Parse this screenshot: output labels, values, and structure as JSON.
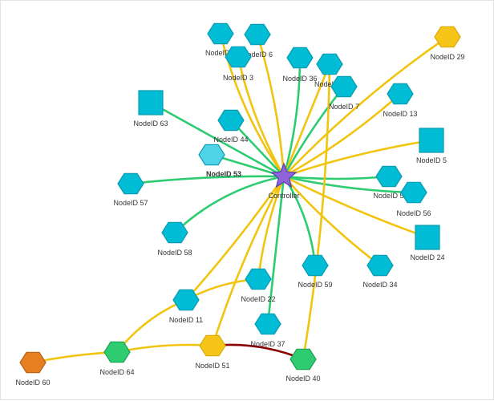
{
  "colors": {
    "cyan": "#00bcd4",
    "cyan_stroke": "#0a9bb0",
    "cyan_selected": "#4fd3e6",
    "yellow": "#f5c518",
    "yellow_stroke": "#d9a90b",
    "green_node": "#2ecc71",
    "green_node_stroke": "#1e9e55",
    "orange": "#e67e22",
    "orange_stroke": "#b8621a",
    "purple": "#8e64d8",
    "purple_stroke": "#5b3ea8",
    "edge_green": "#2ecc71",
    "edge_yellow": "#f1c40f",
    "edge_darkred": "#8b0000"
  },
  "graph": {
    "nodes": [
      {
        "id": "controller",
        "label": "Controller",
        "shape": "star-icon",
        "color": "purple"
      },
      {
        "id": "n4",
        "label": "NodeID 4",
        "shape": "hexagon",
        "color": "cyan"
      },
      {
        "id": "n6",
        "label": "NodeID 6",
        "shape": "hexagon",
        "color": "cyan"
      },
      {
        "id": "n3",
        "label": "NodeID 3",
        "shape": "hexagon",
        "color": "cyan"
      },
      {
        "id": "n36",
        "label": "NodeID 36",
        "shape": "hexagon",
        "color": "cyan"
      },
      {
        "id": "n9",
        "label": "NodeID 9",
        "shape": "hexagon",
        "color": "cyan"
      },
      {
        "id": "n7",
        "label": "NodeID 7",
        "shape": "hexagon",
        "color": "cyan"
      },
      {
        "id": "n29",
        "label": "NodeID 29",
        "shape": "hexagon",
        "color": "yellow"
      },
      {
        "id": "n13",
        "label": "NodeID 13",
        "shape": "hexagon",
        "color": "cyan"
      },
      {
        "id": "n63",
        "label": "NodeID 63",
        "shape": "square",
        "color": "cyan"
      },
      {
        "id": "n44",
        "label": "NodeID 44",
        "shape": "hexagon",
        "color": "cyan"
      },
      {
        "id": "n5",
        "label": "NodeID 5",
        "shape": "square",
        "color": "cyan"
      },
      {
        "id": "n53",
        "label": "NodeID 53",
        "shape": "hexagon",
        "color": "cyan",
        "selected": true
      },
      {
        "id": "n57",
        "label": "NodeID 57",
        "shape": "hexagon",
        "color": "cyan"
      },
      {
        "id": "n50",
        "label": "NodeID 50",
        "shape": "hexagon",
        "color": "cyan"
      },
      {
        "id": "n56",
        "label": "NodeID 56",
        "shape": "hexagon",
        "color": "cyan"
      },
      {
        "id": "n58",
        "label": "NodeID 58",
        "shape": "hexagon",
        "color": "cyan"
      },
      {
        "id": "n24",
        "label": "NodeID 24",
        "shape": "square",
        "color": "cyan"
      },
      {
        "id": "n59",
        "label": "NodeID 59",
        "shape": "hexagon",
        "color": "cyan"
      },
      {
        "id": "n34",
        "label": "NodeID 34",
        "shape": "hexagon",
        "color": "cyan"
      },
      {
        "id": "n22",
        "label": "NodeID 22",
        "shape": "hexagon",
        "color": "cyan"
      },
      {
        "id": "n11",
        "label": "NodeID 11",
        "shape": "hexagon",
        "color": "cyan"
      },
      {
        "id": "n37",
        "label": "NodeID 37",
        "shape": "hexagon",
        "color": "cyan"
      },
      {
        "id": "n60",
        "label": "NodeID 60",
        "shape": "hexagon",
        "color": "orange"
      },
      {
        "id": "n64",
        "label": "NodeID 64",
        "shape": "hexagon",
        "color": "green_node"
      },
      {
        "id": "n51",
        "label": "NodeID 51",
        "shape": "hexagon",
        "color": "yellow"
      },
      {
        "id": "n40",
        "label": "NodeID 40",
        "shape": "hexagon",
        "color": "green_node"
      }
    ],
    "edges": [
      {
        "from": "controller",
        "to": "n4",
        "color": "edge_yellow"
      },
      {
        "from": "controller",
        "to": "n6",
        "color": "edge_yellow"
      },
      {
        "from": "controller",
        "to": "n3",
        "color": "edge_yellow"
      },
      {
        "from": "controller",
        "to": "n36",
        "color": "edge_green"
      },
      {
        "from": "controller",
        "to": "n9",
        "color": "edge_yellow"
      },
      {
        "from": "controller",
        "to": "n7",
        "color": "edge_green"
      },
      {
        "from": "controller",
        "to": "n29",
        "color": "edge_yellow"
      },
      {
        "from": "controller",
        "to": "n13",
        "color": "edge_yellow"
      },
      {
        "from": "controller",
        "to": "n63",
        "color": "edge_green"
      },
      {
        "from": "controller",
        "to": "n44",
        "color": "edge_green"
      },
      {
        "from": "controller",
        "to": "n5",
        "color": "edge_yellow"
      },
      {
        "from": "controller",
        "to": "n53",
        "color": "edge_green"
      },
      {
        "from": "controller",
        "to": "n57",
        "color": "edge_green"
      },
      {
        "from": "controller",
        "to": "n50",
        "color": "edge_green"
      },
      {
        "from": "controller",
        "to": "n56",
        "color": "edge_green"
      },
      {
        "from": "controller",
        "to": "n58",
        "color": "edge_green"
      },
      {
        "from": "controller",
        "to": "n24",
        "color": "edge_yellow"
      },
      {
        "from": "controller",
        "to": "n59",
        "color": "edge_green"
      },
      {
        "from": "controller",
        "to": "n34",
        "color": "edge_yellow"
      },
      {
        "from": "controller",
        "to": "n22",
        "color": "edge_yellow"
      },
      {
        "from": "controller",
        "to": "n11",
        "color": "edge_yellow"
      },
      {
        "from": "controller",
        "to": "n37",
        "color": "edge_green"
      },
      {
        "from": "controller",
        "to": "n51",
        "color": "edge_yellow"
      },
      {
        "from": "n9",
        "to": "n40",
        "color": "edge_yellow"
      },
      {
        "from": "n11",
        "to": "n22",
        "color": "edge_yellow"
      },
      {
        "from": "n11",
        "to": "n64",
        "color": "edge_yellow"
      },
      {
        "from": "n64",
        "to": "n60",
        "color": "edge_yellow"
      },
      {
        "from": "n64",
        "to": "n51",
        "color": "edge_yellow"
      },
      {
        "from": "n51",
        "to": "n40",
        "color": "edge_darkred"
      }
    ]
  }
}
